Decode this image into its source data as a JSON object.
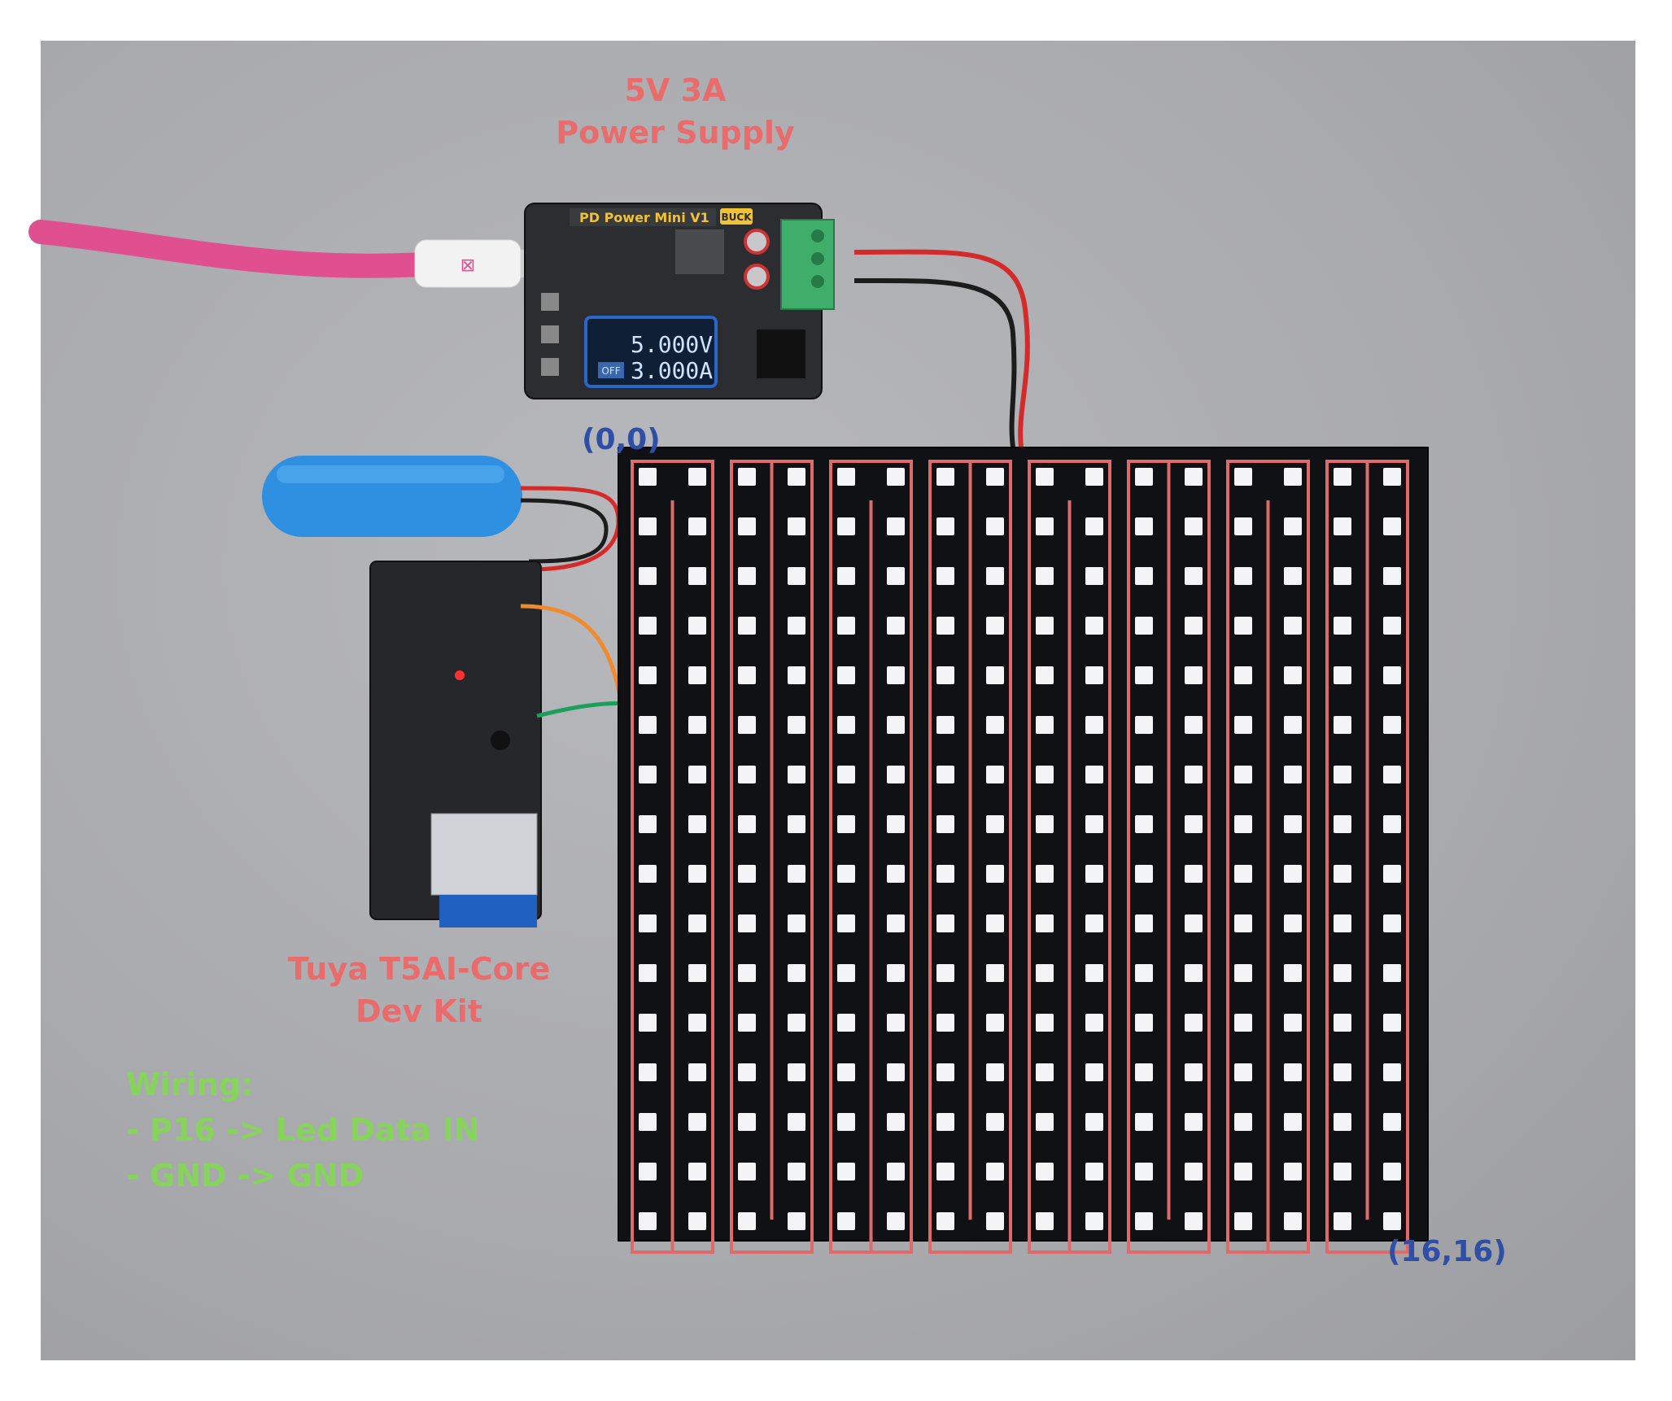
{
  "labels": {
    "psu_line1": "5V 3A",
    "psu_line2": "Power Supply",
    "kit_line1": "Tuya T5AI-Core",
    "kit_line2": "Dev Kit",
    "wiring_title": "Wiring:",
    "wiring_line1": "- P16 -> Led Data IN",
    "wiring_line2": "- GND -> GND",
    "origin": "(0,0)",
    "end": "(16,16)"
  },
  "psu": {
    "board_name": "PD Power Mini V1",
    "badge": "BUCK",
    "voltage": "5.000V",
    "current": "3.000A",
    "status": "OFF"
  },
  "colors": {
    "label_red": "#ea6b6b",
    "label_blue": "#2f4fa6",
    "label_green": "#86d45a",
    "path_red": "#e06a6a"
  }
}
